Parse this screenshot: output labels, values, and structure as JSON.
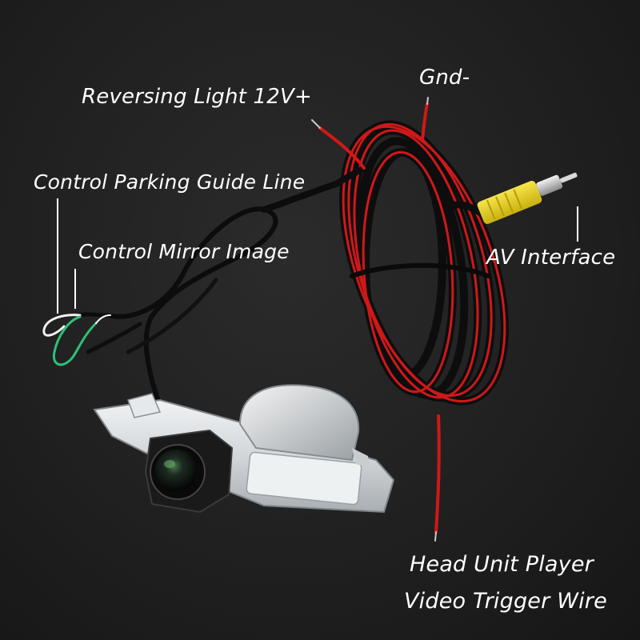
{
  "labels": {
    "reversing_light": "Reversing Light 12V+",
    "gnd": "Gnd-",
    "parking_guide": "Control Parking Guide Line",
    "mirror_image": "Control Mirror Image",
    "av_interface": "AV Interface",
    "head_unit_line1": "Head Unit Player",
    "head_unit_line2": "Video Trigger Wire"
  },
  "colors": {
    "background": "#1c1c1c",
    "cable_black": "#0d0d0d",
    "cable_red": "#d01818",
    "rca_yellow": "#e8d21a",
    "wire_green": "#2fbf7a",
    "wire_white": "#f2f2f2",
    "camera_housing": "#d9dde0"
  }
}
